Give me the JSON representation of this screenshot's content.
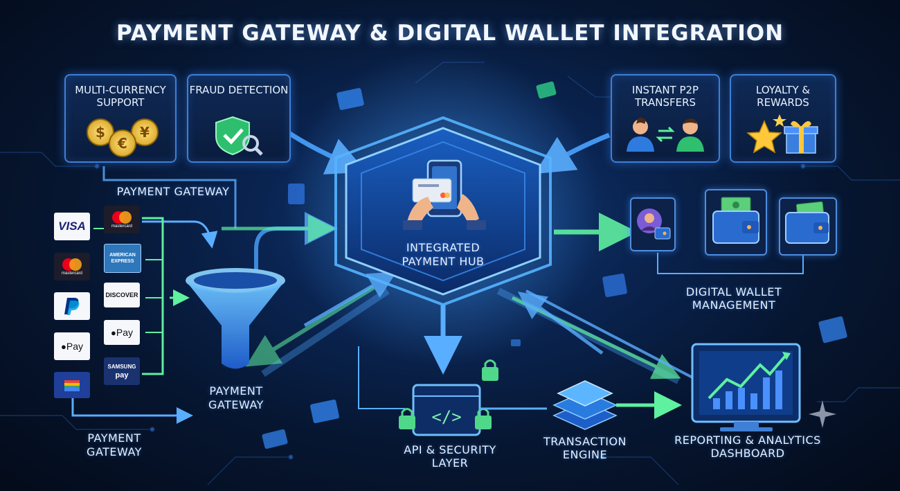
{
  "title": "PAYMENT GATEWAY & DIGITAL WALLET INTEGRATION",
  "panels": {
    "multi_currency": "MULTI-CURRENCY SUPPORT",
    "fraud": "FRAUD DETECTION",
    "p2p": "INSTANT P2P TRANSFERS",
    "loyalty": "LOYALTY & REWARDS"
  },
  "labels": {
    "payment_gateway_top": "PAYMENT GATEWAY",
    "payment_gateway_funnel": "PAYMENT GATEWAY",
    "payment_gateway_bottom": "PAYMENT GATEWAY",
    "hub": "INTEGRATED PAYMENT HUB",
    "wallet_mgmt": "DIGITAL WALLET MANAGEMENT",
    "api_security": "API & SECURITY LAYER",
    "transaction_engine": "TRANSACTION ENGINE",
    "reporting": "REPORTING & ANALYTICS DASHBOARD"
  },
  "payment_methods_left": [
    "VISA",
    "mastercard",
    "PayPal",
    "Apple Pay",
    "Google Wallet"
  ],
  "payment_methods_right": [
    "mastercard",
    "AMERICAN EXPRESS",
    "DISCOVER",
    "Apple Pay",
    "SAMSUNG pay"
  ],
  "brand_text": {
    "visa": "VISA",
    "mastercard": "mastercard",
    "amex": "AMERICAN EXPRESS",
    "discover": "DISCOVER",
    "applepay": " Pay",
    "samsung_1": "SAMSUNG",
    "samsung_2": "pay"
  },
  "currency_symbols": [
    "$",
    "¥",
    "€"
  ],
  "colors": {
    "accent_blue": "#3f8cff",
    "accent_green": "#4fe08a",
    "background": "#05101f",
    "panel_border": "#3f7fd6"
  }
}
